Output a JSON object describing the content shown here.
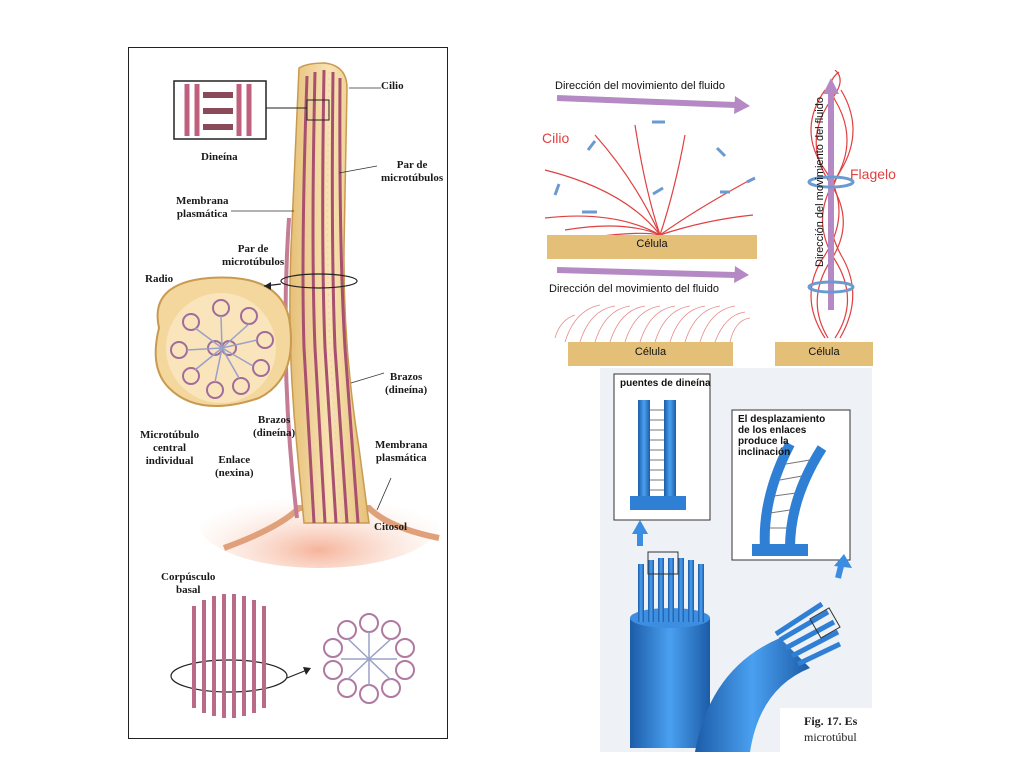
{
  "left_figure": {
    "labels": {
      "cilio": "Cilio",
      "dineina_top": "Dineína",
      "par_microtubulos_1": "Par de\nmicrotúbulos",
      "membrana_plasmatica_1": "Membrana\nplasmática",
      "par_microtubulos_2": "Par de\nmicrotúbulos",
      "radio": "Radio",
      "brazos_dineina_1": "Brazos\n(dineína)",
      "brazos_dineina_2": "Brazos\n(dineína)",
      "microtubulo_central": "Microtúbulo\ncentral\nindividual",
      "enlace_nexina": "Enlace\n(nexina)",
      "membrana_plasmatica_2": "Membrana\nplasmática",
      "citosol": "Citosol",
      "corpusculo_basal": "Corpúsculo\nbasal"
    }
  },
  "top_right_figure": {
    "fluid_direction_top": "Dirección del movimiento del fluido",
    "cilio_label": "Cilio",
    "celula_1": "Célula",
    "fluid_direction_bottom": "Dirección del movimiento del fluido",
    "celula_2": "Célula",
    "flagelo_label": "Flagelo",
    "flagelo_direction": "Dirección del movimiento del fluido",
    "celula_3": "Célula"
  },
  "bottom_right_figure": {
    "puentes_label": "puentes de dineína",
    "desplazamiento_label": "El desplazamiento\nde los enlaces\nproduce la\ninclinación",
    "fig_caption_1": "Fig. 17. Es",
    "fig_caption_2": "microtúbul"
  },
  "colors": {
    "cilium_tan": "#f3d9a0",
    "microtubule_pink": "#b05a7a",
    "fluid_arrow": "#b58ac4",
    "red_line": "#e04040",
    "blue_arrow": "#6a9bd0",
    "celula_tan": "#e4bf78",
    "blue_tube": "#2f7fd4"
  }
}
